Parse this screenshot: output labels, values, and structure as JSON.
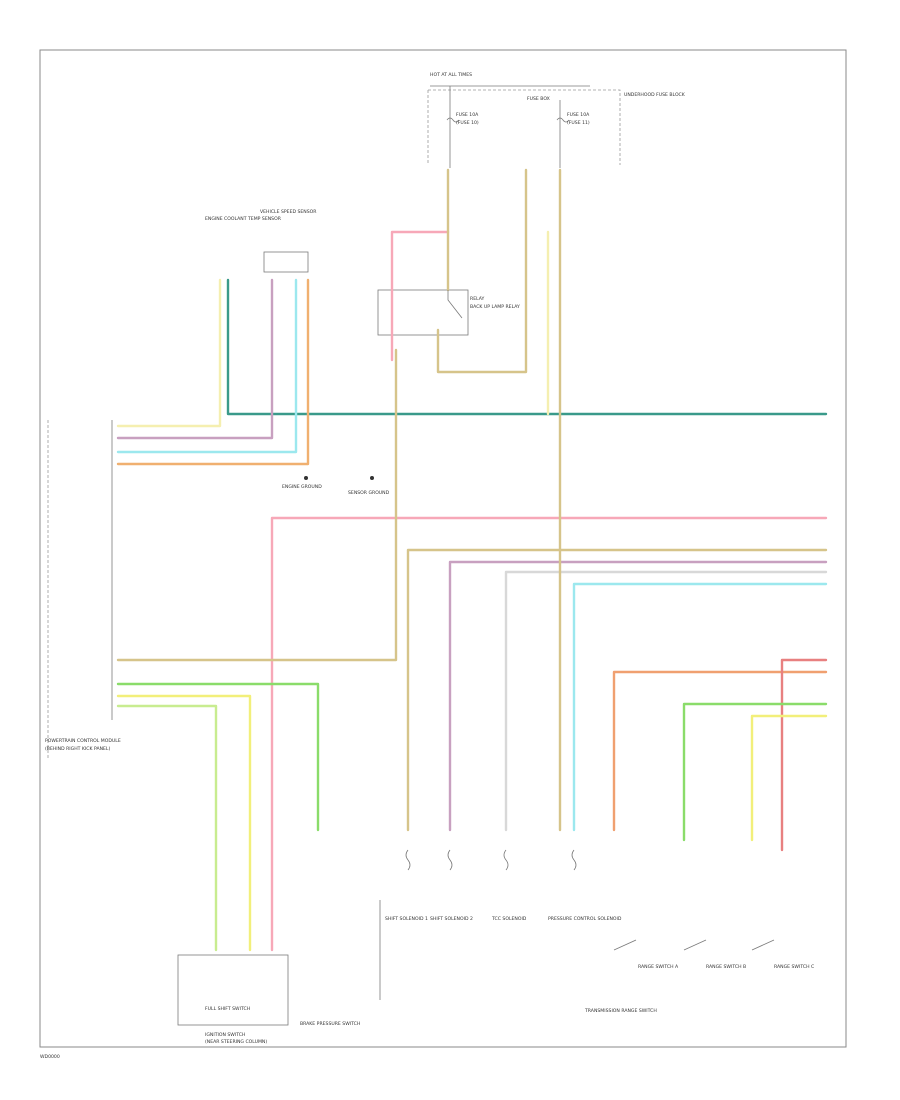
{
  "colors": {
    "pink": "#f7a8b8",
    "tan": "#d6c48a",
    "yellow": "#f2ef7a",
    "lightyellow": "#f5efb0",
    "teal": "#3a9a8a",
    "cyan": "#9ce8ee",
    "lightblue": "#a8d4f0",
    "orange": "#f0b070",
    "violet": "#c8a0c0",
    "green": "#8adc6a",
    "lightgreen": "#c8ec90",
    "red": "#e88080",
    "salmon": "#f0a070",
    "gray": "#c8c8c8"
  },
  "labels": {
    "hot_at_all_times": "HOT AT ALL TIMES",
    "fuse_box": "FUSE BOX",
    "underhood_fuse_box": "UNDERHOOD FUSE BLOCK",
    "fuse_left": "FUSE 10A",
    "fuse_right": "FUSE 10A",
    "fuse_left_id": "(FUSE 10)",
    "fuse_right_id": "(FUSE 11)",
    "engine_sensor": "ENGINE COOLANT TEMP SENSOR",
    "speed_sensor": "VEHICLE SPEED SENSOR",
    "relay": "RELAY",
    "relay_detail": "BACK UP LAMP RELAY",
    "engine_ground": "ENGINE GROUND",
    "sensor_ground": "SENSOR GROUND",
    "pcm_label": "POWERTRAIN CONTROL MODULE",
    "pcm_sub": "(BEHIND RIGHT KICK PANEL)",
    "ignition_switch": "IGNITION SWITCH",
    "ignition_switch_sub": "(NEAR STEERING COLUMN)",
    "full_shift": "FULL SHIFT SWITCH",
    "brake_pressure": "BRAKE PRESSURE SWITCH",
    "solenoid_1": "SHIFT SOLENOID 1",
    "solenoid_2": "SHIFT SOLENOID 2",
    "tcc_solenoid": "TCC SOLENOID",
    "pressure_solenoid": "PRESSURE CONTROL SOLENOID",
    "trans_assembly": "TRANSMISSION RANGE SWITCH",
    "range_switch_1": "RANGE SWITCH A",
    "range_switch_2": "RANGE SWITCH B",
    "range_switch_3": "RANGE SWITCH C",
    "footer_code": "WD0000"
  }
}
